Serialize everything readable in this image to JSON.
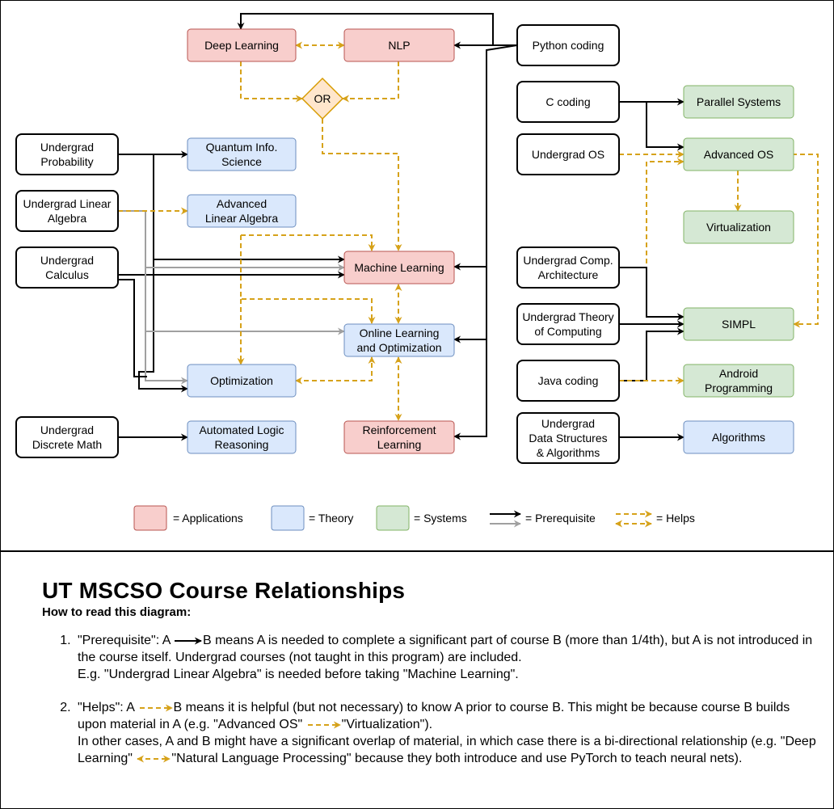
{
  "colors": {
    "applications": "#f8cecc",
    "applications_border": "#b85450",
    "theory": "#dae8fc",
    "theory_border": "#6c8ebf",
    "systems": "#d5e8d4",
    "systems_border": "#82b366",
    "plain": "#ffffff",
    "plain_border": "#000000",
    "or_fill": "#ffe6cc",
    "or_border": "#d79b00",
    "prereq": "#000000",
    "prereq_alt": "#a0a0a0",
    "helps": "#d6a21a"
  },
  "nodes": {
    "deep_learning": [
      "Deep Learning"
    ],
    "nlp": [
      "NLP"
    ],
    "python_coding": [
      "Python coding"
    ],
    "or": [
      "OR"
    ],
    "c_coding": [
      "C coding"
    ],
    "parallel_systems": [
      "Parallel Systems"
    ],
    "undergrad_probability": [
      "Undergrad",
      "Probability"
    ],
    "quantum_info": [
      "Quantum Info.",
      "Science"
    ],
    "undergrad_os": [
      "Undergrad OS"
    ],
    "advanced_os": [
      "Advanced OS"
    ],
    "undergrad_linear_algebra": [
      "Undergrad Linear",
      "Algebra"
    ],
    "advanced_linear_algebra": [
      "Advanced",
      "Linear Algebra"
    ],
    "virtualization": [
      "Virtualization"
    ],
    "undergrad_calculus": [
      "Undergrad",
      "Calculus"
    ],
    "machine_learning": [
      "Machine Learning"
    ],
    "undergrad_comp_arch": [
      "Undergrad Comp.",
      "Architecture"
    ],
    "online_learning": [
      "Online Learning",
      "and Optimization"
    ],
    "undergrad_theory": [
      "Undergrad Theory",
      "of Computing"
    ],
    "simpl": [
      "SIMPL"
    ],
    "optimization": [
      "Optimization"
    ],
    "java_coding": [
      "Java coding"
    ],
    "android": [
      "Android",
      "Programming"
    ],
    "undergrad_discrete": [
      "Undergrad",
      "Discrete Math"
    ],
    "automated_logic": [
      "Automated Logic",
      "Reasoning"
    ],
    "reinforcement_learning": [
      "Reinforcement",
      "Learning"
    ],
    "undergrad_dsa": [
      "Undergrad",
      "Data Structures",
      "& Algorithms"
    ],
    "algorithms": [
      "Algorithms"
    ]
  },
  "legend": {
    "applications": "= Applications",
    "theory": "= Theory",
    "systems": "= Systems",
    "prerequisite": "= Prerequisite",
    "helps": "= Helps"
  },
  "notes": {
    "title": "UT MSCSO Course Relationships",
    "subtitle": "How to read this diagram:",
    "item1": {
      "p1a": "\"Prerequisite\": A",
      "p1b": "B means A is needed to complete a significant part of course B (more than 1/4th), but A is not introduced in the course itself. Undergrad courses (not taught in this program) are included.",
      "p1c": "E.g. \"Undergrad Linear Algebra\" is needed before taking \"Machine Learning\"."
    },
    "item2": {
      "p1a": "\"Helps\": A",
      "p1b": "B means it is helpful (but not necessary) to know A prior to course B. This might be because course B builds upon material in A (e.g. \"Advanced OS\"",
      "p1c": "\"Virtualization\").",
      "p2a": "In other cases, A and B might have a significant overlap of material, in which case there is a bi-directional relationship (e.g. \"Deep Learning\"",
      "p2b": "\"Natural Language Processing\" because they both introduce and use PyTorch to teach neural nets)."
    }
  }
}
